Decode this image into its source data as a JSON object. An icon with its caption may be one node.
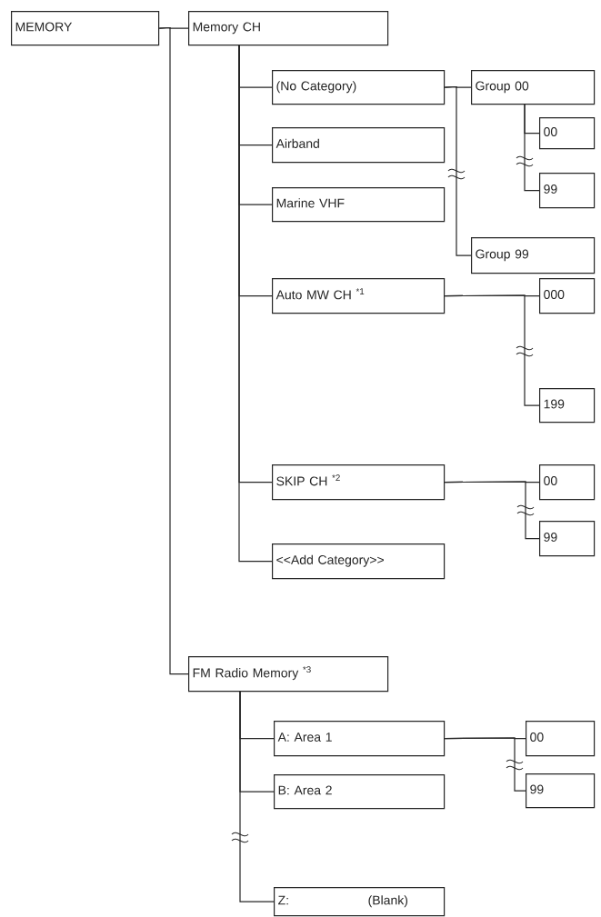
{
  "diagram": {
    "nodes": [
      {
        "text": [
          "MEMORY"
        ]
      },
      {
        "text": [
          "Memory CH"
        ]
      },
      {
        "text": [
          "(No Category)"
        ]
      },
      {
        "text": [
          "Group 00"
        ]
      },
      {
        "text": [
          "00"
        ]
      },
      {
        "text": [
          "99"
        ]
      },
      {
        "text": [
          "Group 99"
        ]
      },
      {
        "text": [
          "Airband"
        ]
      },
      {
        "text": [
          "Marine VHF"
        ]
      },
      {
        "text": [
          "Auto MW CH $^{*1}$"
        ]
      },
      {
        "text": [
          "000"
        ]
      },
      {
        "text": [
          "199"
        ]
      },
      {
        "text": [
          "SKIP CH $^{*2}$"
        ]
      },
      {
        "text": [
          "00"
        ]
      },
      {
        "text": [
          "99"
        ]
      },
      {
        "text": [
          "<<Add Category>>"
        ]
      },
      {
        "text": [
          "FM Radio Memory $^{*3}$"
        ]
      },
      {
        "text": [
          "A: Area 1"
        ]
      },
      {
        "text": [
          "00"
        ]
      },
      {
        "text": [
          "99"
        ]
      },
      {
        "text": [
          "B: Area 2"
        ]
      },
      {
        "text": [
          "Z:",
          "(Blank)"
        ]
      }
    ],
    "edges": [
      {
        "from": 0,
        "to": 1,
        "arrow": "none"
      },
      {
        "from": 0,
        "to": 16,
        "arrow": "none"
      },
      {
        "from": 1,
        "to": 2,
        "arrow": "none"
      },
      {
        "from": 1,
        "to": 7,
        "arrow": "none"
      },
      {
        "from": 1,
        "to": 8,
        "arrow": "none"
      },
      {
        "from": 1,
        "to": 9,
        "arrow": "none"
      },
      {
        "from": 1,
        "to": 12,
        "arrow": "none"
      },
      {
        "from": 1,
        "to": 15,
        "arrow": "none"
      },
      {
        "from": 2,
        "to": 3,
        "arrow": "none"
      },
      {
        "from": 2,
        "to": 6,
        "arrow": "none"
      },
      {
        "from": 3,
        "to": 4,
        "arrow": "none"
      },
      {
        "from": 3,
        "to": 5,
        "arrow": "none"
      },
      {
        "from": 9,
        "to": 10,
        "arrow": "none"
      },
      {
        "from": 9,
        "to": 11,
        "arrow": "none"
      },
      {
        "from": 12,
        "to": 13,
        "arrow": "none"
      },
      {
        "from": 12,
        "to": 14,
        "arrow": "none"
      },
      {
        "from": 16,
        "to": 17,
        "arrow": "none"
      },
      {
        "from": 16,
        "to": 20,
        "arrow": "none"
      },
      {
        "from": 16,
        "to": 21,
        "arrow": "none"
      },
      {
        "from": 17,
        "to": 18,
        "arrow": "none"
      },
      {
        "from": 17,
        "to": 19,
        "arrow": "none"
      }
    ]
  }
}
